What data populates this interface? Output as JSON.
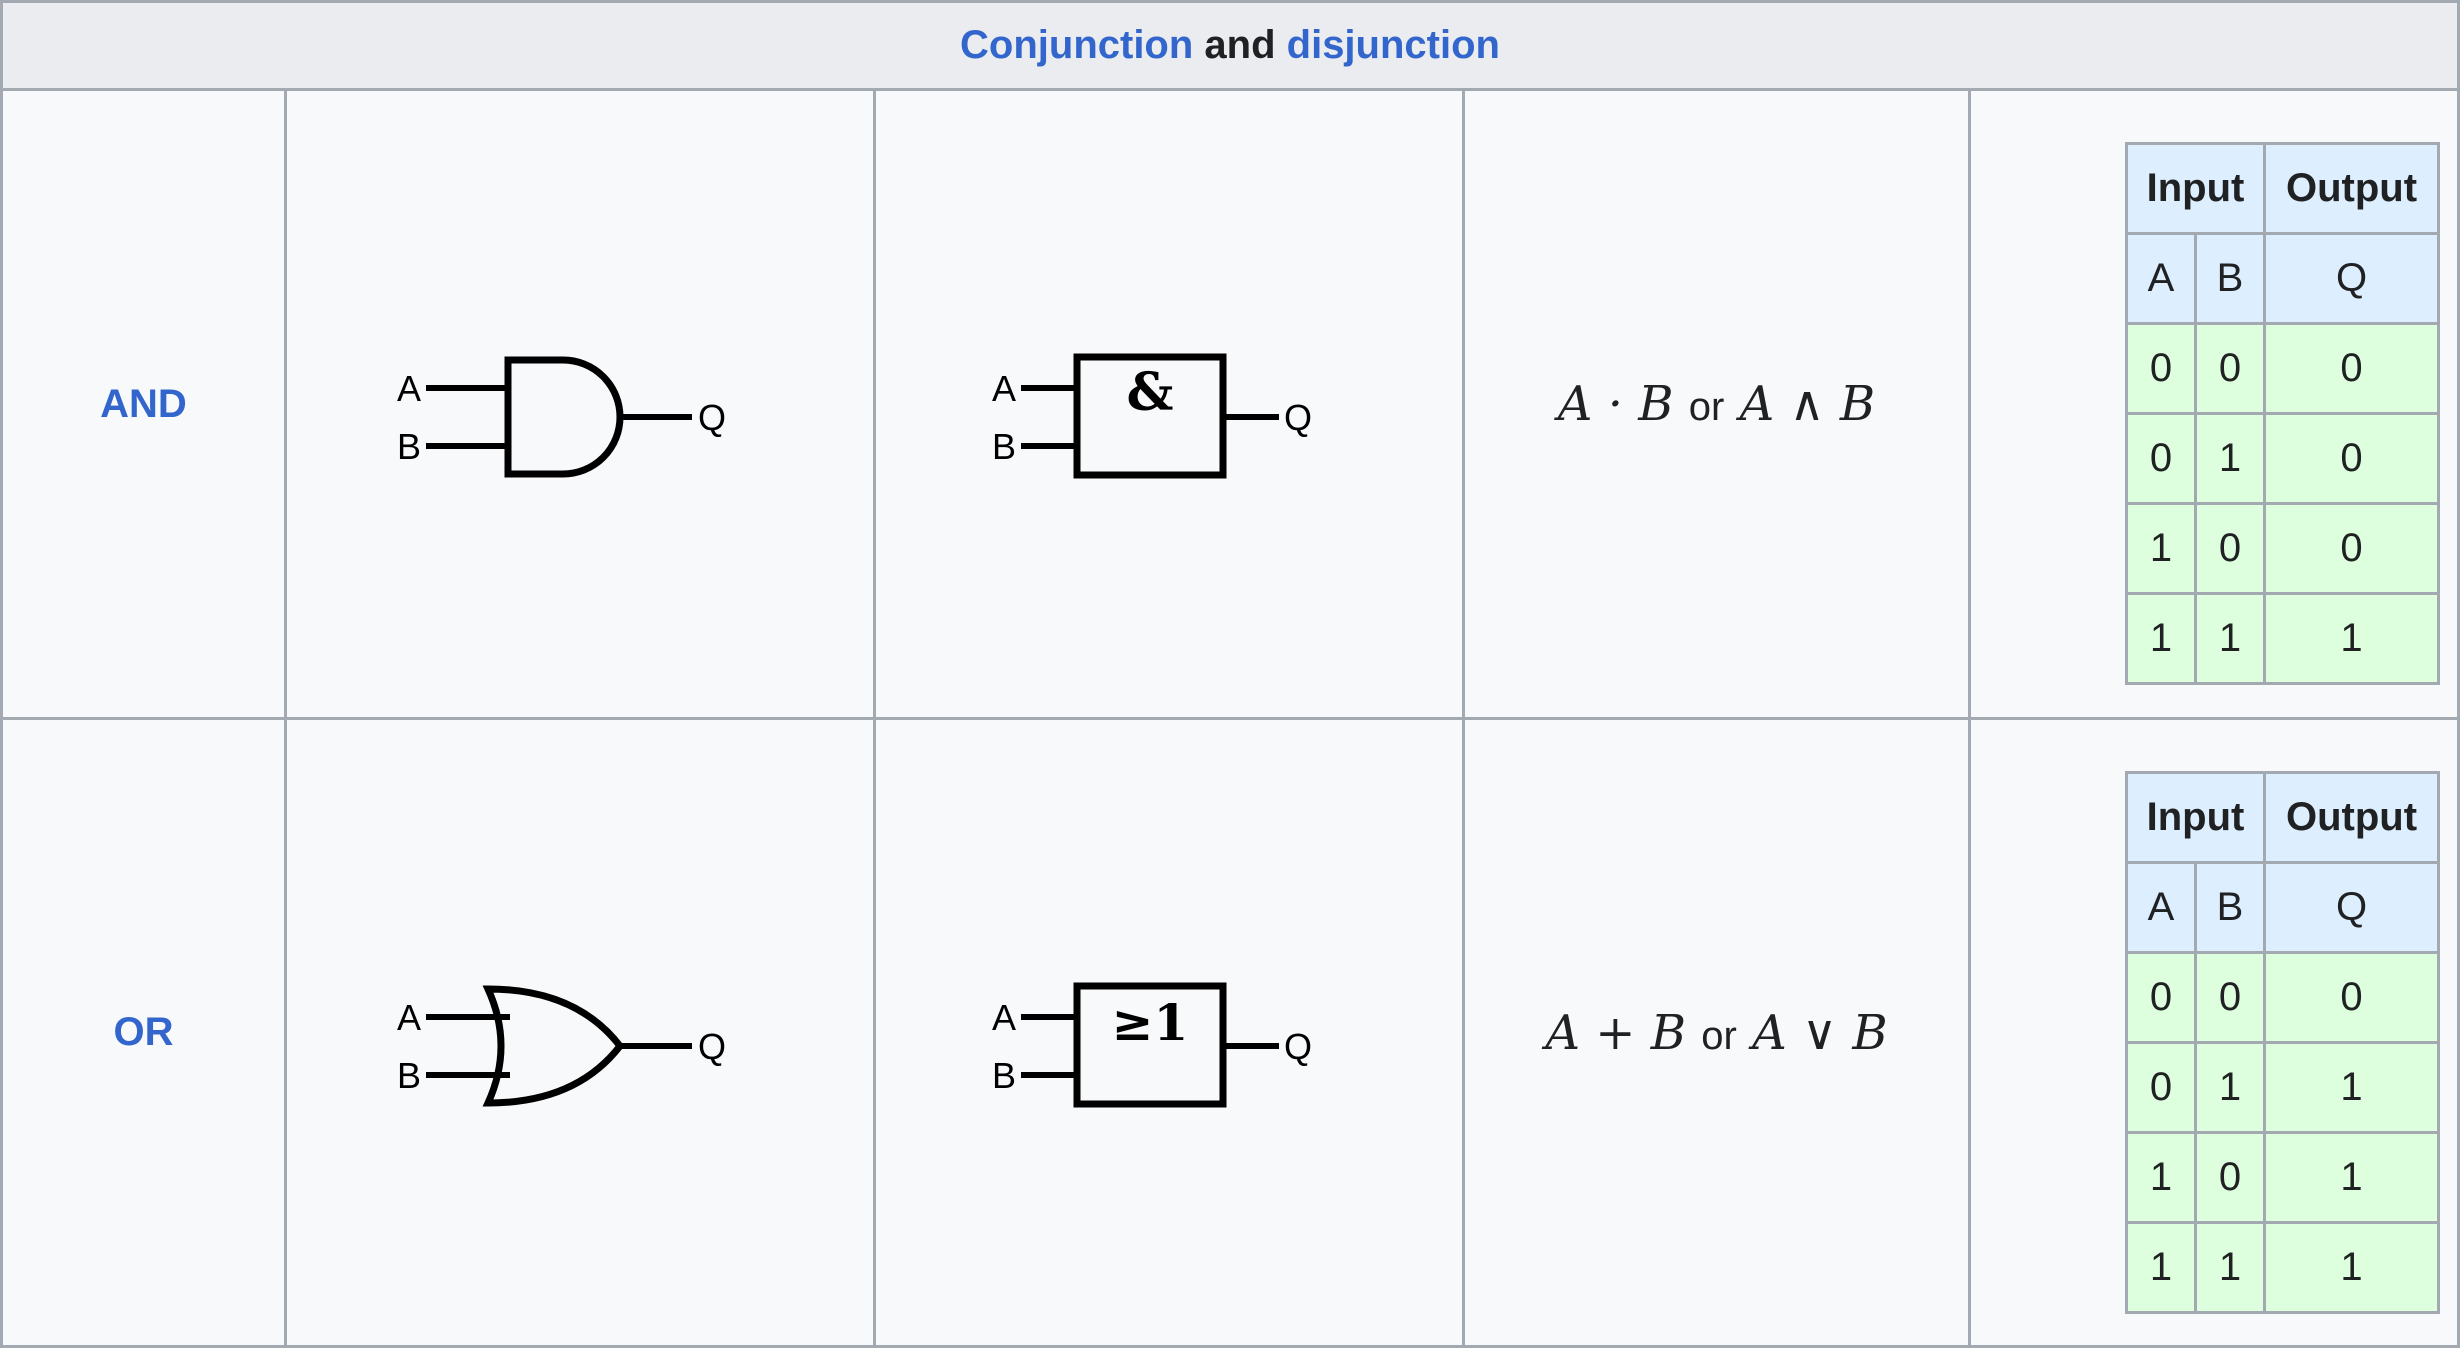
{
  "header": {
    "link_conjunction": "Conjunction",
    "and_word": " and ",
    "link_disjunction": "disjunction"
  },
  "gates": [
    {
      "name": "AND",
      "symbol_inputs": [
        "A",
        "B"
      ],
      "symbol_output": "Q",
      "iec_label": "&",
      "expression": {
        "left": "A · B",
        "or": "or",
        "right": "A ∧ B"
      },
      "truth_table": {
        "group_headers": [
          "Input",
          "Output"
        ],
        "columns": [
          "A",
          "B",
          "Q"
        ],
        "rows": [
          [
            "0",
            "0",
            "0"
          ],
          [
            "0",
            "1",
            "0"
          ],
          [
            "1",
            "0",
            "0"
          ],
          [
            "1",
            "1",
            "1"
          ]
        ]
      }
    },
    {
      "name": "OR",
      "symbol_inputs": [
        "A",
        "B"
      ],
      "symbol_output": "Q",
      "iec_label": "≥1",
      "expression": {
        "left": "A + B",
        "or": "or",
        "right": "A ∨ B"
      },
      "truth_table": {
        "group_headers": [
          "Input",
          "Output"
        ],
        "columns": [
          "A",
          "B",
          "Q"
        ],
        "rows": [
          [
            "0",
            "0",
            "0"
          ],
          [
            "0",
            "1",
            "1"
          ],
          [
            "1",
            "0",
            "1"
          ],
          [
            "1",
            "1",
            "1"
          ]
        ]
      }
    }
  ],
  "colors": {
    "link": "#3366cc",
    "border": "#a2a9b1",
    "cell_bg": "#f8f9fa",
    "header_bg": "#eaecf0",
    "tt_header_bg": "#ddeeff",
    "tt_row_bg": "#ddffdd"
  }
}
